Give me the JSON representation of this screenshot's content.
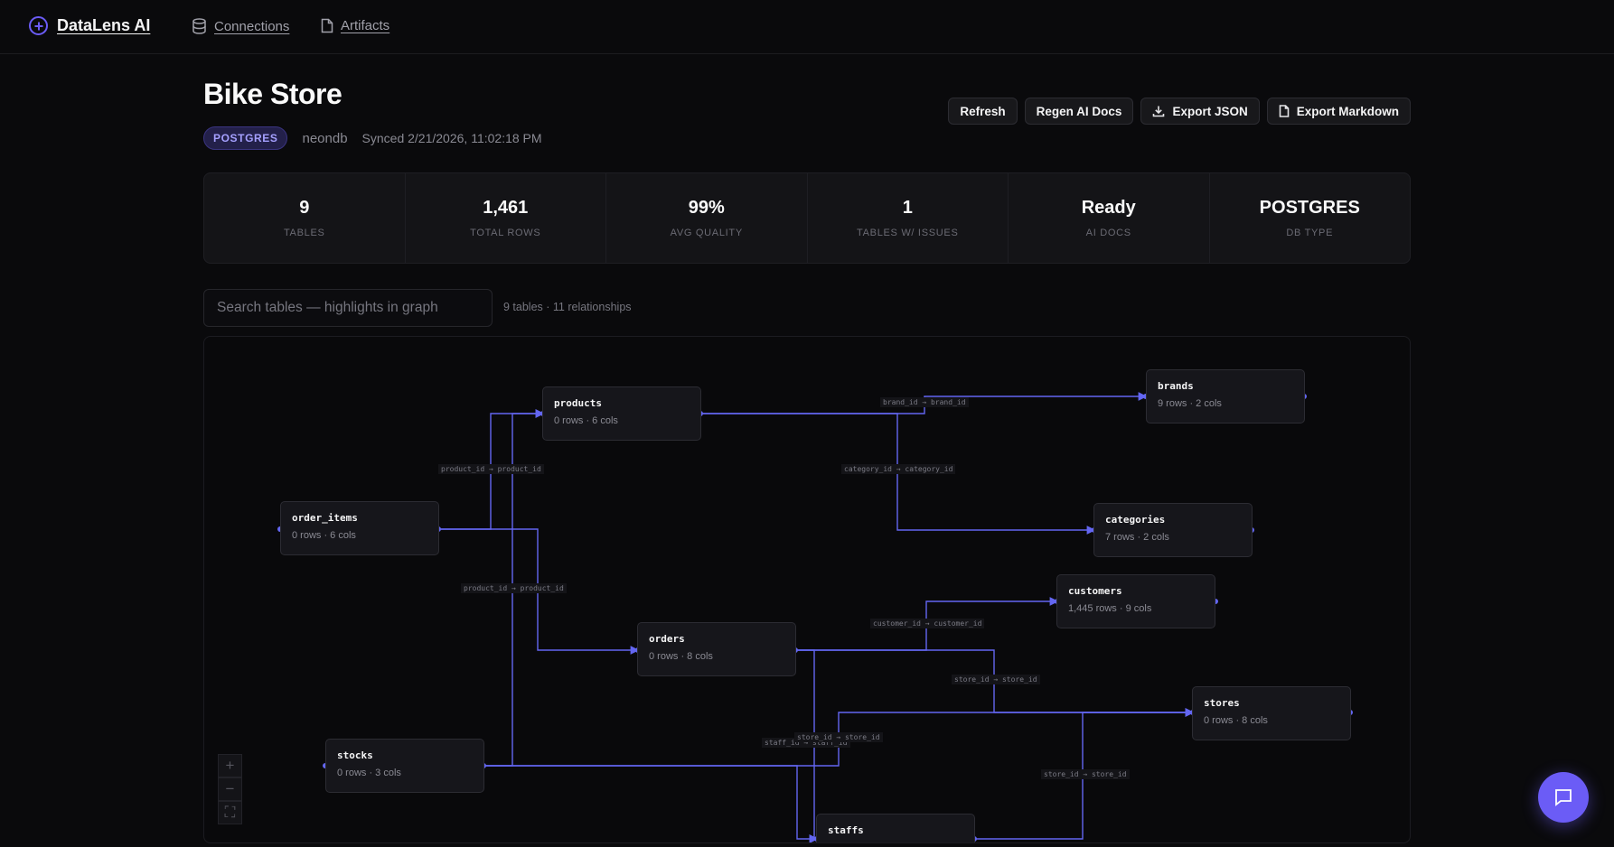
{
  "app": {
    "name": "DataLens AI"
  },
  "nav": [
    {
      "label": "Connections",
      "icon": "database-icon"
    },
    {
      "label": "Artifacts",
      "icon": "file-icon"
    }
  ],
  "page": {
    "title": "Bike Store",
    "db_badge": "POSTGRES",
    "db_name": "neondb",
    "synced": "Synced 2/21/2026, 11:02:18 PM"
  },
  "actions": {
    "refresh": "Refresh",
    "regen": "Regen AI Docs",
    "export_json": "Export JSON",
    "export_md": "Export Markdown"
  },
  "stats": [
    {
      "value": "9",
      "label": "TABLES"
    },
    {
      "value": "1,461",
      "label": "TOTAL ROWS"
    },
    {
      "value": "99%",
      "label": "AVG QUALITY"
    },
    {
      "value": "1",
      "label": "TABLES W/ ISSUES"
    },
    {
      "value": "Ready",
      "label": "AI DOCS"
    },
    {
      "value": "POSTGRES",
      "label": "DB TYPE"
    }
  ],
  "search": {
    "placeholder": "Search tables — highlights in graph",
    "summary": "9 tables · 11 relationships"
  },
  "graph": {
    "nodes": {
      "products": {
        "name": "products",
        "meta": "0 rows · 6 cols"
      },
      "brands": {
        "name": "brands",
        "meta": "9 rows · 2 cols"
      },
      "order_items": {
        "name": "order_items",
        "meta": "0 rows · 6 cols"
      },
      "categories": {
        "name": "categories",
        "meta": "7 rows · 2 cols"
      },
      "customers": {
        "name": "customers",
        "meta": "1,445 rows · 9 cols"
      },
      "orders": {
        "name": "orders",
        "meta": "0 rows · 8 cols"
      },
      "stores": {
        "name": "stores",
        "meta": "0 rows · 8 cols"
      },
      "stocks": {
        "name": "stocks",
        "meta": "0 rows · 3 cols"
      },
      "staffs": {
        "name": "staffs",
        "meta": ""
      }
    },
    "edge_labels": {
      "brand": "brand_id → brand_id",
      "product1": "product_id → product_id",
      "category": "category_id → category_id",
      "product2": "product_id → product_id",
      "customer": "customer_id → customer_id",
      "store1": "store_id → store_id",
      "staff": "staff_id → staff_id",
      "store2": "store_id → store_id",
      "store3": "store_id → store_id"
    },
    "accent_color": "#6366f1"
  },
  "zoom": {
    "in": "+",
    "out": "−",
    "fit": "⛶"
  }
}
